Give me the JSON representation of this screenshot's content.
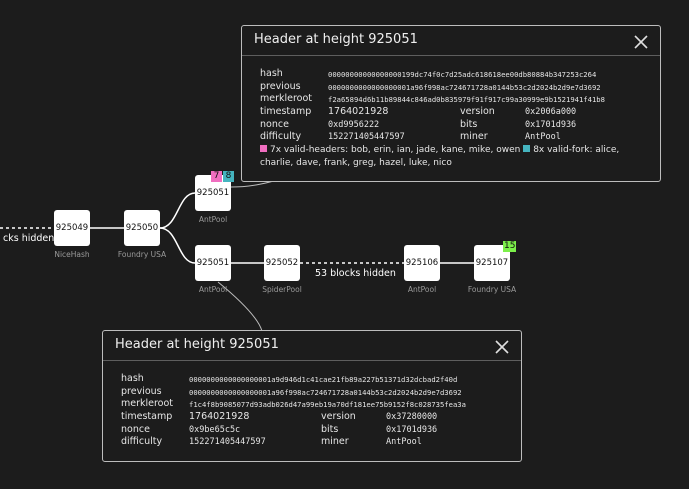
{
  "hidden_left": {
    "label": "cks hidden"
  },
  "hidden_mid": {
    "label": "53 blocks hidden"
  },
  "nodes": [
    {
      "height": "925049",
      "pool": "NiceHash"
    },
    {
      "height": "925050",
      "pool": "Foundry USA"
    },
    {
      "height": "925051",
      "pool": "AntPool"
    },
    {
      "height": "925051",
      "pool": "AntPool"
    },
    {
      "height": "925052",
      "pool": "SpiderPool"
    },
    {
      "height": "925106",
      "pool": "AntPool"
    },
    {
      "height": "925107",
      "pool": "Foundry USA"
    }
  ],
  "badges": {
    "fork_headers": "7",
    "fork_valid": "8",
    "tip": "15"
  },
  "colors": {
    "headers_badge": "#f06ec0",
    "fork_badge": "#45b4bf",
    "tip_badge": "#7cf04a",
    "background": "#1c1c1c"
  },
  "popup_top": {
    "title": "Header at height 925051",
    "close_icon": "close-icon",
    "fields": {
      "hash_label": "hash",
      "hash": "00000000000000000199dc74f0c7d25adc618618ee00db80884b347253c264",
      "previous_label": "previous",
      "previous": "0000000000000000001a96f998ac724671728a0144b53c2d2024b2d9e7d3692",
      "merkleroot_label": "merkleroot",
      "merkleroot": "f2a65894d6b11b89844c846ad0b835979f91f917c99a30999e9b1521941f41b8",
      "timestamp_label": "timestamp",
      "timestamp": "1764021928",
      "version_label": "version",
      "version": "0x2006a000",
      "nonce_label": "nonce",
      "nonce": "0xd9956222",
      "bits_label": "bits",
      "bits": "0x1701d936",
      "difficulty_label": "difficulty",
      "difficulty": "152271405447597",
      "miner_label": "miner",
      "miner": "AntPool"
    },
    "summary": {
      "headers_text": "7x valid-headers: bob, erin, ian, jade, kane, mike, owen",
      "fork_text": "8x valid-fork: alice, charlie, dave, frank, greg, hazel, luke, nico"
    }
  },
  "popup_bottom": {
    "title": "Header at height 925051",
    "close_icon": "close-icon",
    "fields": {
      "hash_label": "hash",
      "hash": "0000000000000000001a9d946d1c41cae21fb89a227b51371d32dcbad2f40d",
      "previous_label": "previous",
      "previous": "0000000000000000001a96f998ac724671728a0144b53c2d2024b2d9e7d3692",
      "merkleroot_label": "merkleroot",
      "merkleroot": "f1c4f8b9085077d93adb026d47a99eb19a70df181ee75b9152f8c028735fea3a",
      "timestamp_label": "timestamp",
      "timestamp": "1764021928",
      "version_label": "version",
      "version": "0x37280000",
      "nonce_label": "nonce",
      "nonce": "0x9be65c5c",
      "bits_label": "bits",
      "bits": "0x1701d936",
      "difficulty_label": "difficulty",
      "difficulty": "152271405447597",
      "miner_label": "miner",
      "miner": "AntPool"
    }
  }
}
